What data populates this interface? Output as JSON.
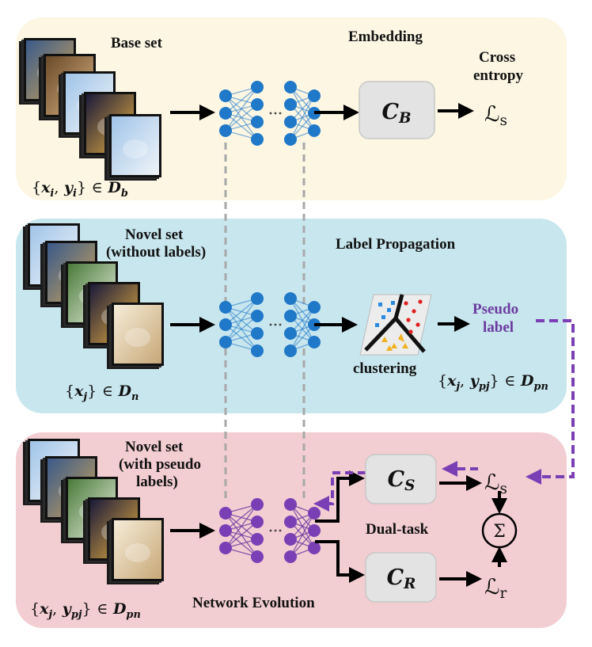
{
  "colors": {
    "embedding_bg": "#fcf6e3",
    "propagation_bg": "#c8e6ee",
    "evolution_bg": "#f2cdd2",
    "node_blue": "#1f78c8",
    "node_purple": "#7b3fb5",
    "pseudo_arrow": "#7b3fb5",
    "dashed_gray": "#a8a8a8",
    "cbox_fill": "#e3e3e3"
  },
  "embedding": {
    "title": "Embedding",
    "set_label": "Base set",
    "set_math": "{x_i, y_i} ∈ D_b",
    "classifier": "C_B",
    "loss_caption_line1": "Cross",
    "loss_caption_line2": "entropy",
    "loss": "ℒ_s"
  },
  "propagation": {
    "title": "Label Propagation",
    "set_label_line1": "Novel set",
    "set_label_line2": "(without labels)",
    "set_math": "{x_j} ∈ D_n",
    "clustering_label": "clustering",
    "pseudo_line1": "Pseudo",
    "pseudo_line2": "label",
    "pseudo_math": "{x_j, y_pj} ∈ D_pn"
  },
  "evolution": {
    "title": "Network Evolution",
    "set_label_line1": "Novel set",
    "set_label_line2": "(with pseudo",
    "set_label_line3": "labels)",
    "set_math": "{x_j, y_pj} ∈ D_pn",
    "classifier_s": "C_S",
    "classifier_r": "C_R",
    "dual_task": "Dual-task",
    "loss_s": "ℒ_s",
    "loss_r": "ℒ_r",
    "sum_symbol": "Σ"
  }
}
